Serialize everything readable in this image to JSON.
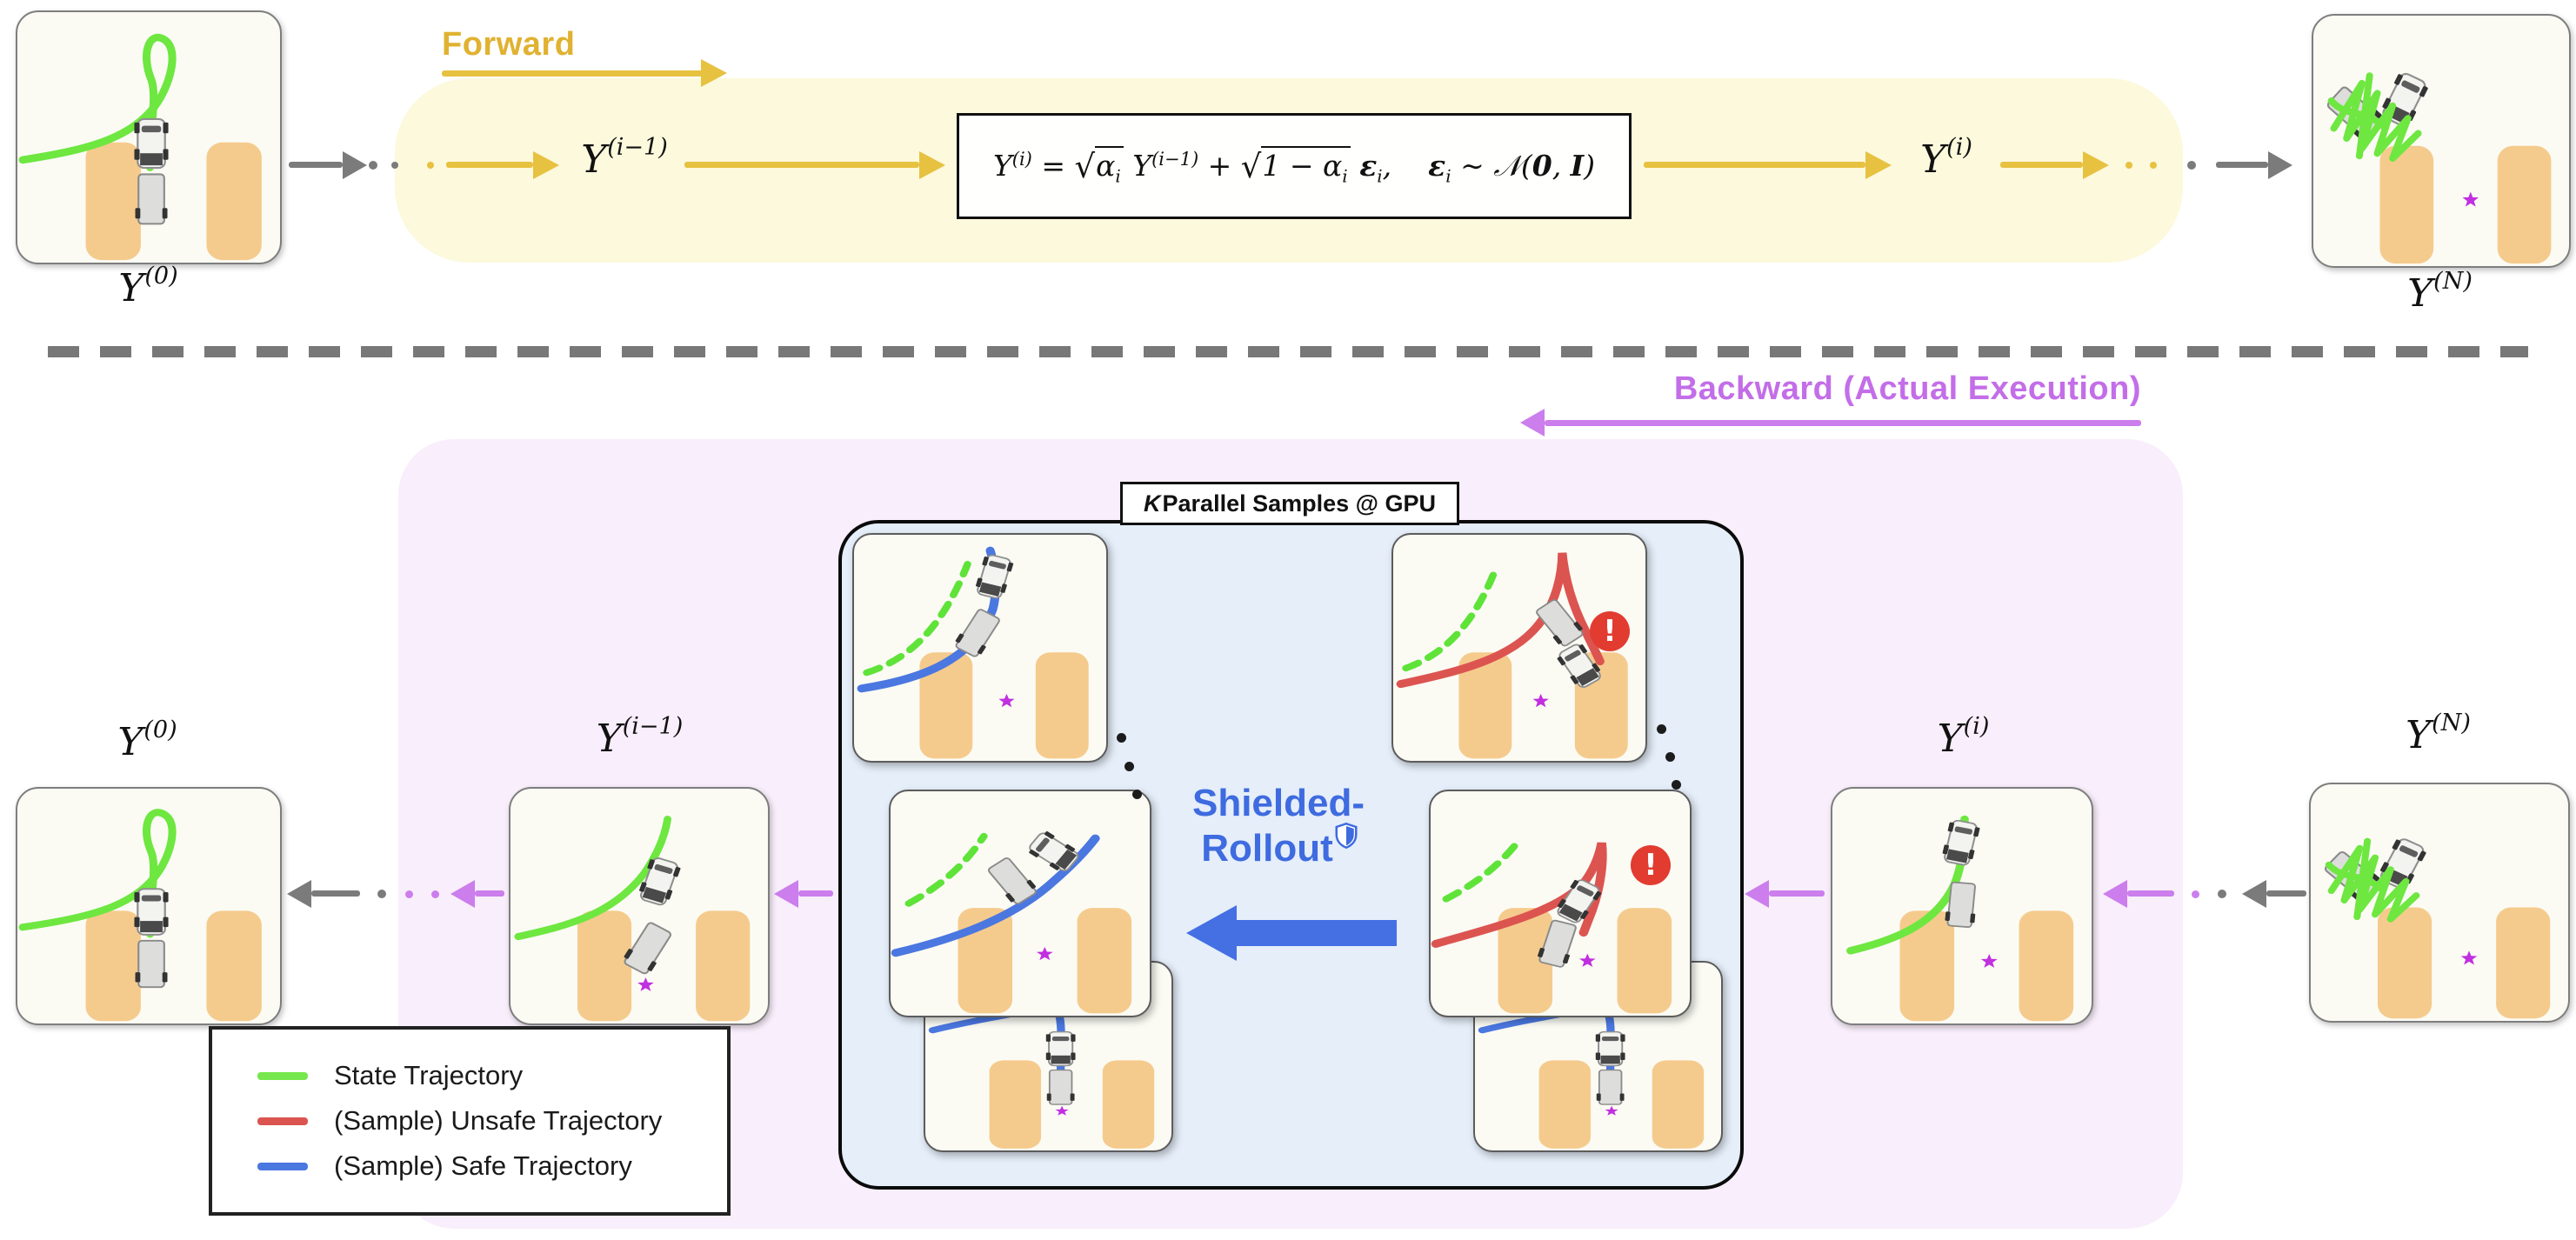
{
  "figure": {
    "title_forward": "Forward",
    "title_backward": "Backward (Actual Execution)"
  },
  "colors": {
    "gold_arrow": "#E7C140",
    "forward_band": "#FCF9DC",
    "purple_arrow": "#CB7EEC",
    "backward_band": "#F9EEFB",
    "gpu_fill": "#E5EEF9",
    "blue_accent": "#3F6BE0",
    "state_green": "#6EE740",
    "unsafe_red": "#DC5450",
    "safe_blue": "#4B77E0",
    "obstacle_orange": "#F5CB8D",
    "goal_star": "#C12FE0",
    "gray_arrow": "#7B7B7B",
    "warning_red": "#E23B30"
  },
  "forward": {
    "label": "Forward"
  },
  "backward": {
    "label": "Backward (Actual Execution)"
  },
  "nodes": {
    "y0": {
      "base": "Y",
      "sup": "(0)"
    },
    "yim1": {
      "base": "Y",
      "sup": "(i−1)"
    },
    "yi": {
      "base": "Y",
      "sup": "(i)"
    },
    "yn": {
      "base": "Y",
      "sup": "(N)"
    }
  },
  "equation": {
    "lhs_base": "Y",
    "lhs_sup": "(i)",
    "equals": " = ",
    "sqrt": "√",
    "rad1": "α",
    "rad1_sub": "i",
    "mid_base": "Y",
    "mid_sup": "(i−1)",
    "plus": " + ",
    "rad2": "1 − α",
    "rad2_sub": "i",
    "eps1": "ε",
    "eps1_sub": "i",
    "comma": ",",
    "eps2": "ε",
    "eps2_sub": "i",
    "sim": " ∼ ",
    "dist_open": "𝒩(",
    "dist_zero": "0",
    "dist_sep": ", ",
    "dist_identity": "I",
    "dist_close": ")"
  },
  "gpu": {
    "label_k": "K",
    "label_rest": " Parallel Samples @ GPU"
  },
  "shielded": {
    "line1": "Shielded-",
    "line2": "Rollout"
  },
  "warning": {
    "mark": "!"
  },
  "icons": {
    "goal_star": "star",
    "shield": "shield",
    "warning": "exclamation-circle"
  },
  "legend": {
    "items": [
      {
        "label": "State Trajectory",
        "color": "#76E74C"
      },
      {
        "label": "(Sample) Unsafe Trajectory",
        "color": "#DC5450"
      },
      {
        "label": "(Sample) Safe Trajectory",
        "color": "#4B77E0"
      }
    ]
  }
}
